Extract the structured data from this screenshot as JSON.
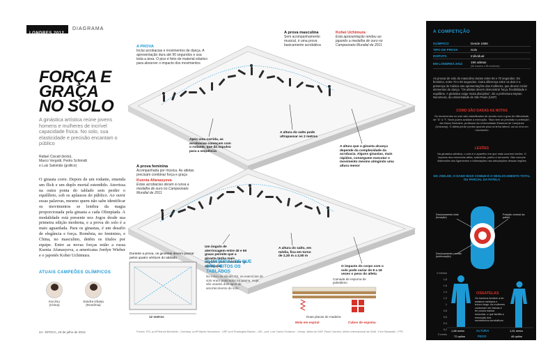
{
  "header": {
    "logo": "LONDRES 2012",
    "section": "DIAGRAMA"
  },
  "headline": "Força e graça no solo",
  "deck": "A ginástica artística reúne jovens homens e mulheres de incrível capacidade física. No solo, sua elasticidade e precisão encantam o público",
  "credits": [
    "Rafael Ciscati (texto),",
    "Marco Vergotti, Pedro Schimidt",
    "e Luiz Salomão (gráfico)"
  ],
  "body": "O ginasta corre. Depois de um rodante, emenda um flick e um duplo mortal estendido. Aterrissa na outra ponta do tablado sem perder o equilíbrio, sob os aplausos do público. Ao ouvir essas palavras, mesmo quem não sabe identificar os movimentos se lembra da magia proporcionada pela ginasta a cada Olimpíada. A modalidade está presente nos Jogos desde sua primeira edição moderna, e a prova do solo é a mais aguardada. Para os ginastas, é um desafio de elegância e força. Romênia, no feminino, e China, no masculino, detêm os títulos por equipe. Entre as novas forças estão a russa Ksenia Afanasyeva, a americana Jordyn Wieber e o japonês Kohei Uchimura.",
  "champions": {
    "title": "ATUAIS CAMPEÕES OLÍMPICOS",
    "items": [
      {
        "name": "Kai Zou",
        "country": "(China)"
      },
      {
        "name": "Sandra Izbașa",
        "country": "(Romênia)"
      }
    ]
  },
  "footer": {
    "page": "44 › ÉPOCA, 23 de julho de 2012",
    "sources": "Fontes: FIG, profª Marcia Bortoletto - Unicamp, profª Myrian Nunomura - USP, prof Rosângela Bastos - UEL, prof. Luis Carlos Schiavon - Unesp, atleta do GAP, Paulo Carrano, direito internacional da GAM, Yumi Sawasaki - FPG"
  },
  "top_platform": {
    "title": "A PROVA",
    "text": "Inclui acrobacias e movimentos de dança. A apresentação dura até 90 segundos e usa toda a área. O piso é feito de material elástico para absorver o impacto dos movimentos",
    "male_title": "A prova masculina",
    "male_text": "Sem acompanhamento musical, é uma prova basicamente acrobática",
    "athlete_name": "Kohei Uchimura",
    "athlete_text": "Esta apresentação rendeu ao japonês a medalha de ouro no Campeonato Mundial de 2011",
    "callouts": [
      "Após uma corrida, as acrobacias começam com o rodante, que dá impulso para a sequência",
      "A altura do salto pode ultrapassar os 2 metros",
      "A altura que o ginasta alcança depende da complexidade da acrobacia. Alguns ginastas, mais rápidos, conseguem executar o movimento mesmo atingindo uma altura menor"
    ]
  },
  "bottom_platform": {
    "female_title": "A prova feminina",
    "female_text": "Acompanhada por música. As atletas precisam combinar força e graça",
    "athlete_name": "Ksenia Afanasyeva",
    "athlete_text": "Estas acrobacias deram à russa a medalha de ouro no Campeonato Mundial de 2011",
    "callouts": [
      "Um ângulo de aterrissagem entre 40 e 60 graus permite que a ginasta tenha mais impulso para continuar as acrobacias",
      "A altura do salto, em média, fica em torno de 2,30 m a 2,50 m",
      "O impacto do corpo com o solo pode variar de 8 a 18 vezes o peso do atleta"
    ]
  },
  "floor_plan": {
    "text": "Durante a prova, os ginastas devem passar pelos quatro vértices do tablado",
    "size": "12 metros"
  },
  "material": {
    "title": "O MATERIAL DE QUE SÃO FEITOS OS TABLADOS",
    "text": "No início do século XX, os exercícios de solo eram praticados na grama. Hoje, são usados dois tipos de amortecimento de solo:",
    "layer1": "Camada de espuma de polietileno",
    "layer2": "Duas placas de madeira",
    "spring": "Mola em espiral",
    "foam": "Cubos de espuma"
  },
  "sidebar": {
    "title": "A COMPETIÇÃO",
    "table": [
      {
        "k": "OLÍMPICO",
        "v": "Desde 1896"
      },
      {
        "k": "TIPO DE PROVA",
        "v": "Solo"
      },
      {
        "k": "DISPUTA",
        "v": "Individual"
      },
      {
        "k": "EM LONDRES 2012",
        "v": "196 atletas"
      }
    ],
    "table_note": "(98 homens e 98 mulheres)",
    "para1": "As provas de solo do masculino duram entre 60 e 70 segundos. Do feminino, entre 70 e 90 segundos. Outra diferença entre os dois é a presença de música nas apresentações das mulheres, que devem incluir elementos de dança. \"Os atletas devem demonstrar força, flexibilidade e equilíbrio. A ginástica exige muita disciplina\", diz a professora Myrian Nunomura, da Universidade de São Paulo (USP)",
    "notes_title": "COMO SÃO DADAS AS NOTAS",
    "notes_text": "Os movimentos no solo são classificados de acordo com o grau de dificuldade, de \"A\" a \"I\". Nove juízes avaliam a execução. \"Boa nem só precisão e perfeição\", diz Marco Bortoleto, professor da Universidade Estadual de Campinas (Unicamp). O atleta perde pontos quando pisa na linha lateral, cai ou erra um movimento",
    "injury_title": "LESÕES",
    "injury_text": "Na ginástica artística, o solo é o aparelho em que mais ocorrem lesões. O impacto dos exercícios afeta, sobretudo, joelho e tornozelo. São comuns distensões dos ligamentos e inflamações nas articulações dessas regiões",
    "knee_title": "NO JOELHO, O DANO MAIS COMUM É O DESLOCAMENTO TOTAL OU PARCIAL DA PATELA",
    "knee_labels": [
      "Deslocamento total (luxação)",
      "Posição normal da patela",
      "Deslocamento parcial (subluxação)"
    ],
    "osteo_title": "OSSATELAS",
    "osteo_text": "Os homens tendem a ter estatura mediana e tronco largo. As mulheres costumam ser baixas e ter pouca massa muscular, o que facilita a execução dos movimentos acrobáticos",
    "axis": [
      "2 metros",
      "1,8",
      "1,6",
      "1,4",
      "1,2",
      "1",
      "0,8",
      "0,6",
      "0,4",
      "0,2",
      "0 metro"
    ],
    "height_label": "ALTURA",
    "weight_label": "PESO",
    "male_height": "1,68 metro",
    "female_height": "1,51 metro",
    "male_weight": "72 quilos",
    "female_weight": "46 quilos"
  },
  "colors": {
    "accent": "#1d9ad6",
    "alert": "#d6322a",
    "dark": "#0d0d0d"
  }
}
